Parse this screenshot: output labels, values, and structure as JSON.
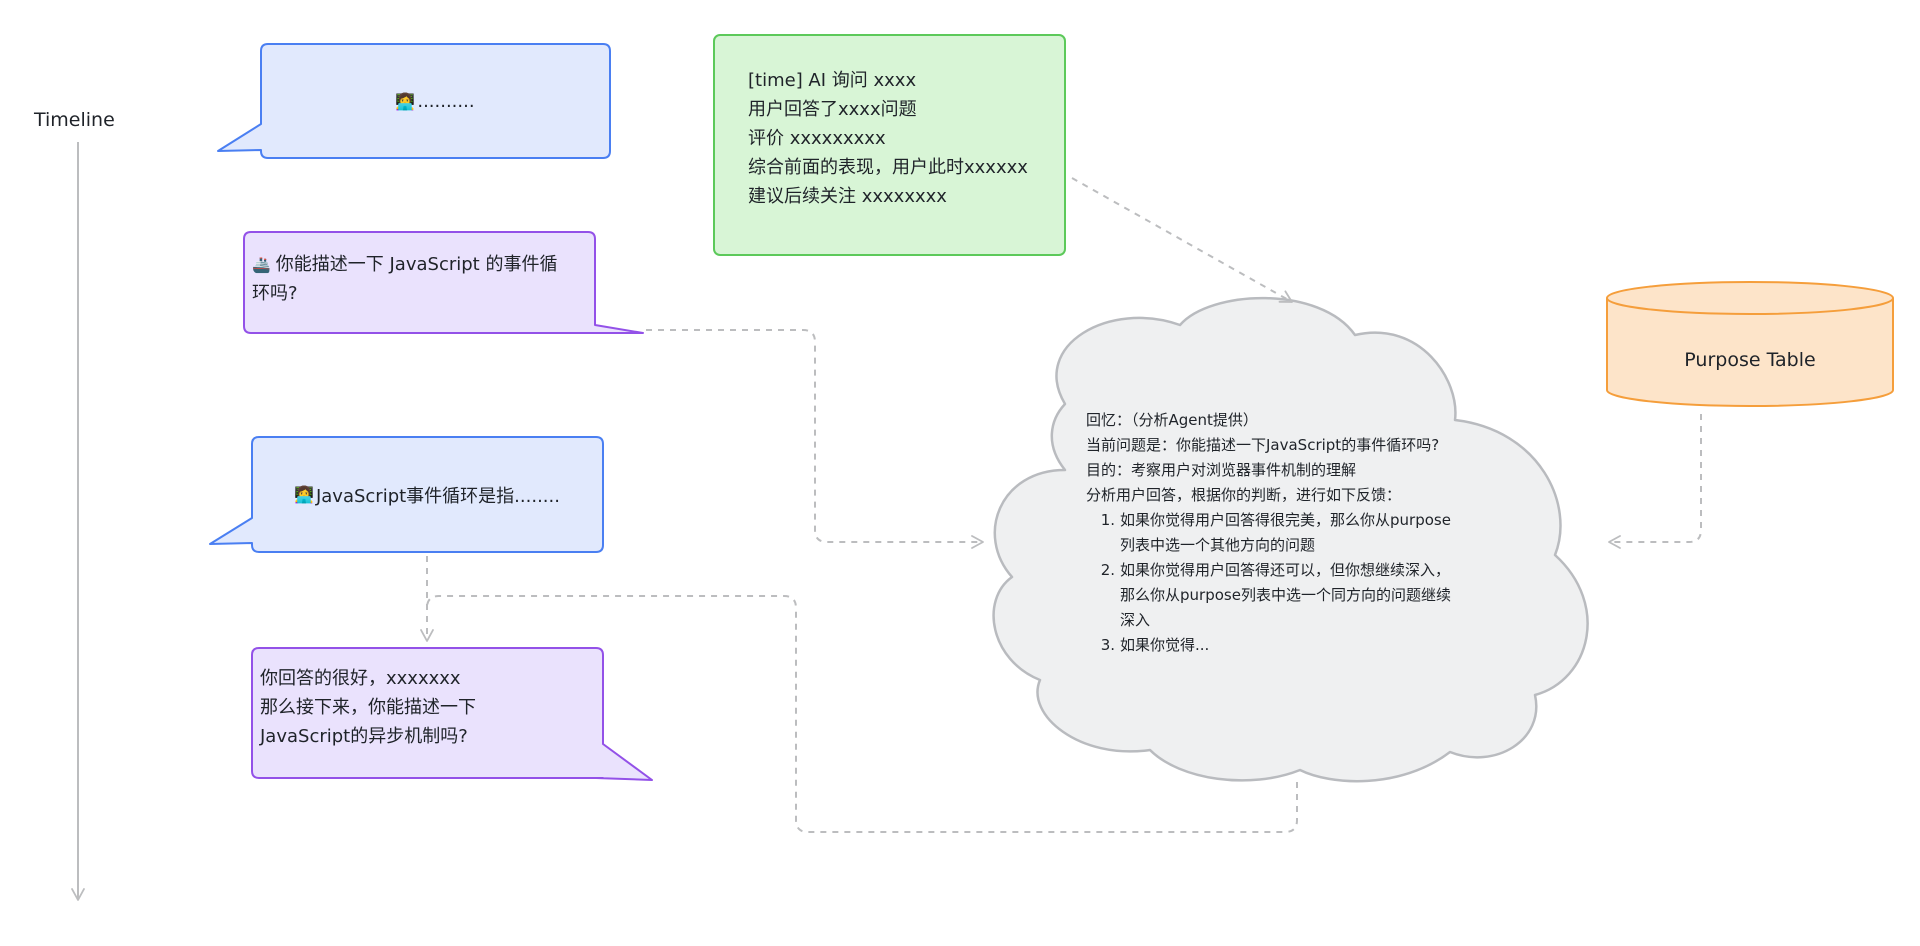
{
  "timeline": {
    "label": "Timeline"
  },
  "bubbles": {
    "ai_placeholder": {
      "icon": "woman-technologist-icon",
      "text": ".........."
    },
    "ai_question": {
      "icon": "robot-ship-icon",
      "text": "你能描述一下 JavaScript 的事件循\n环吗?"
    },
    "user_answer": {
      "icon": "woman-technologist-icon",
      "text": "JavaScript事件循环是指........"
    },
    "ai_feedback": {
      "text": "你回答的很好，xxxxxxx\n那么接下来，你能描述一下\nJavaScript的异步机制吗?"
    }
  },
  "summary_note": {
    "lines": [
      "[time] AI 询问 xxxx",
      "用户回答了xxxx问题",
      "评价 xxxxxxxxx",
      "综合前面的表现，用户此时xxxxxx",
      "建议后续关注 xxxxxxxx"
    ]
  },
  "memory_cloud": {
    "lines": [
      "回忆：（分析Agent提供）",
      "当前问题是：你能描述一下JavaScript的事件循环吗?",
      "目的：考察用户对浏览器事件机制的理解",
      "分析用户回答，根据你的判断，进行如下反馈："
    ],
    "items": [
      {
        "num": "1.",
        "line1": "如果你觉得用户回答得很完美，那么你从purpose",
        "line2": "列表中选一个其他方向的问题",
        "line3": ""
      },
      {
        "num": "2.",
        "line1": "如果你觉得用户回答得还可以，但你想继续深入，",
        "line2": "那么你从purpose列表中选一个同方向的问题继续",
        "line3": "深入"
      },
      {
        "num": "3.",
        "line1": "如果你觉得...",
        "line2": "",
        "line3": ""
      }
    ]
  },
  "database": {
    "label": "Purpose Table"
  },
  "colors": {
    "blue_fill": "#e1e9fd",
    "blue_stroke": "#4a7ff2",
    "purple_fill": "#eae2fd",
    "purple_stroke": "#9351e8",
    "green_fill": "#d8f5d6",
    "green_stroke": "#5cc95a",
    "orange_fill": "#fde4c9",
    "orange_stroke": "#f59e3b",
    "cloud_fill": "#eff0f1",
    "cloud_stroke": "#b9bbbf",
    "connector": "#bcbdbf"
  }
}
